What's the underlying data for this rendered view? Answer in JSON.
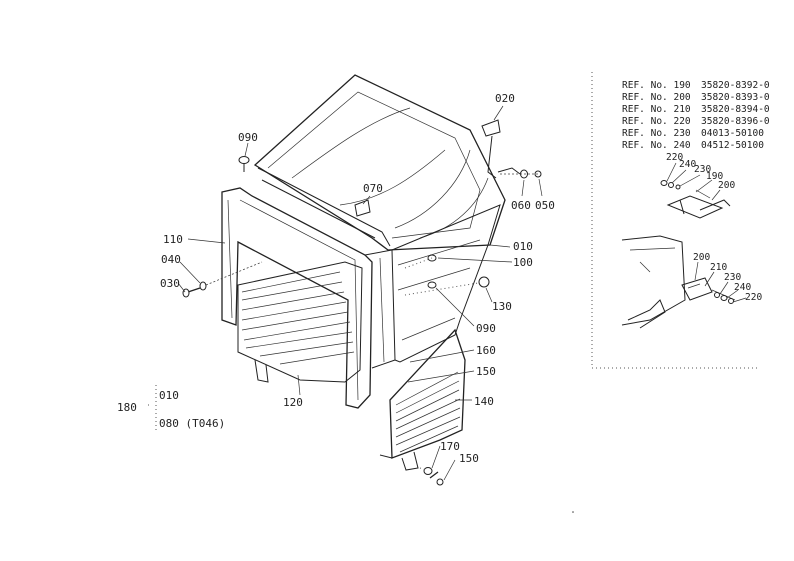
{
  "callouts": [
    {
      "id": "c020",
      "text": "020"
    },
    {
      "id": "c090a",
      "text": "090"
    },
    {
      "id": "c070",
      "text": "070"
    },
    {
      "id": "c060",
      "text": "060"
    },
    {
      "id": "c050",
      "text": "050"
    },
    {
      "id": "c110",
      "text": "110"
    },
    {
      "id": "c010",
      "text": "010"
    },
    {
      "id": "c040",
      "text": "040"
    },
    {
      "id": "c100",
      "text": "100"
    },
    {
      "id": "c030",
      "text": "030"
    },
    {
      "id": "c130",
      "text": "130"
    },
    {
      "id": "c090b",
      "text": "090"
    },
    {
      "id": "c160",
      "text": "160"
    },
    {
      "id": "c150a",
      "text": "150"
    },
    {
      "id": "c120",
      "text": "120"
    },
    {
      "id": "c140",
      "text": "140"
    },
    {
      "id": "c170",
      "text": "170"
    },
    {
      "id": "c150b",
      "text": "150"
    },
    {
      "id": "i220a",
      "text": "220"
    },
    {
      "id": "i240a",
      "text": "240"
    },
    {
      "id": "i230a",
      "text": "230"
    },
    {
      "id": "i190",
      "text": "190"
    },
    {
      "id": "i200a",
      "text": "200"
    },
    {
      "id": "i200b",
      "text": "200"
    },
    {
      "id": "i210",
      "text": "210"
    },
    {
      "id": "i230b",
      "text": "230"
    },
    {
      "id": "i240b",
      "text": "240"
    },
    {
      "id": "i220b",
      "text": "220"
    }
  ],
  "assembly": {
    "prefix": "180",
    "items": [
      "010",
      "080 (T046)"
    ]
  },
  "ref_table": [
    {
      "ref": "REF. No. 190",
      "part": "35820-8392-0"
    },
    {
      "ref": "REF. No. 200",
      "part": "35820-8393-0"
    },
    {
      "ref": "REF. No. 210",
      "part": "35820-8394-0"
    },
    {
      "ref": "REF. No. 220",
      "part": "35820-8396-0"
    },
    {
      "ref": "REF. No. 230",
      "part": "04013-50100"
    },
    {
      "ref": "REF. No. 240",
      "part": "04512-50100"
    }
  ]
}
